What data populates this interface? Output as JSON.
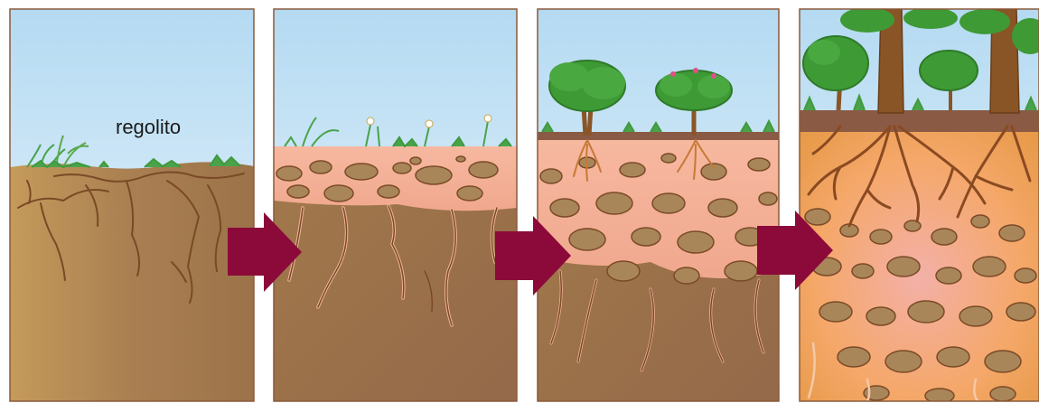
{
  "panels": [
    {
      "stage": 1,
      "label": "regolito"
    },
    {
      "stage": 2
    },
    {
      "stage": 3
    },
    {
      "stage": 4
    }
  ],
  "arrows": {
    "count": 3,
    "color": "#8b0a3a"
  },
  "colors": {
    "sky_top": "#b4daf2",
    "sky_bottom": "#e8f4fb",
    "regolith": "#a97f52",
    "weathered": "#f5b29a",
    "topsoil": "#8a5a44",
    "root": "#8a4a22",
    "rock": "#a9865a",
    "foliage": "#3e9a35",
    "trunk": "#8a5526",
    "grass": "#4aa34a",
    "border": "#8a5a3a"
  }
}
